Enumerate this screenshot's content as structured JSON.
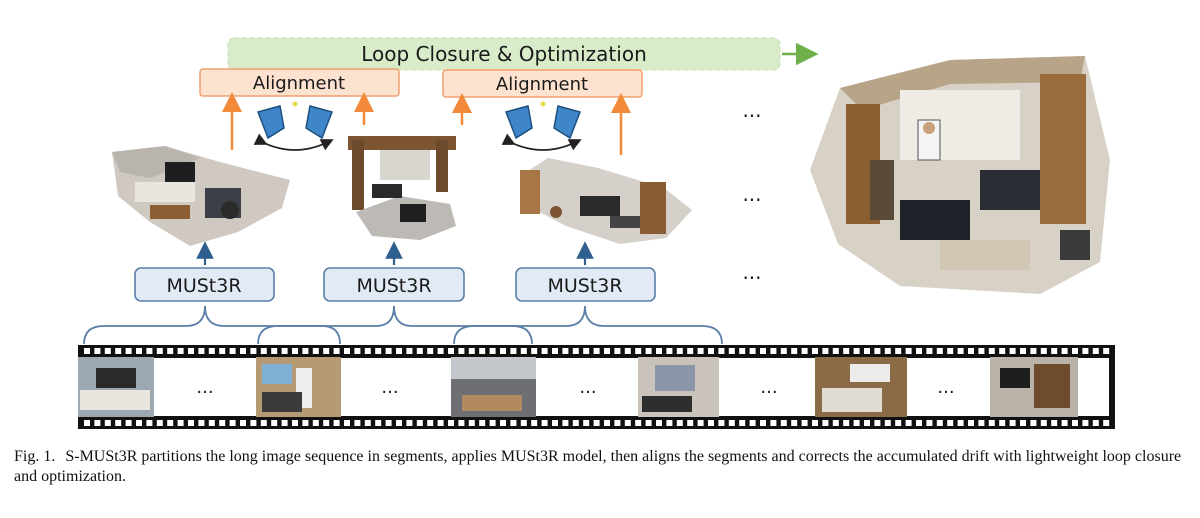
{
  "figure": {
    "loop_bar_label": "Loop Closure & Optimization",
    "alignment_label": "Alignment",
    "model_label": "MUSt3R",
    "ellipsis": "...",
    "colors": {
      "loop_bar_fill": "#d9ecc9",
      "loop_bar_arrow": "#6fb04a",
      "alignment_fill": "#fde3cf",
      "alignment_stroke": "#f0a070",
      "orange_arrow": "#f28a3a",
      "model_fill": "#e2ebf5",
      "model_stroke": "#5a7fa8",
      "blue_arrow": "#2f5f8f",
      "film_black": "#111111",
      "camera_blue": "#3f86c9"
    }
  },
  "caption": {
    "label": "Fig. 1.",
    "text": "S-MUSt3R partitions the long image sequence in segments, applies MUSt3R model, then aligns the segments and corrects the accumulated drift with lightweight loop closure and optimization."
  }
}
